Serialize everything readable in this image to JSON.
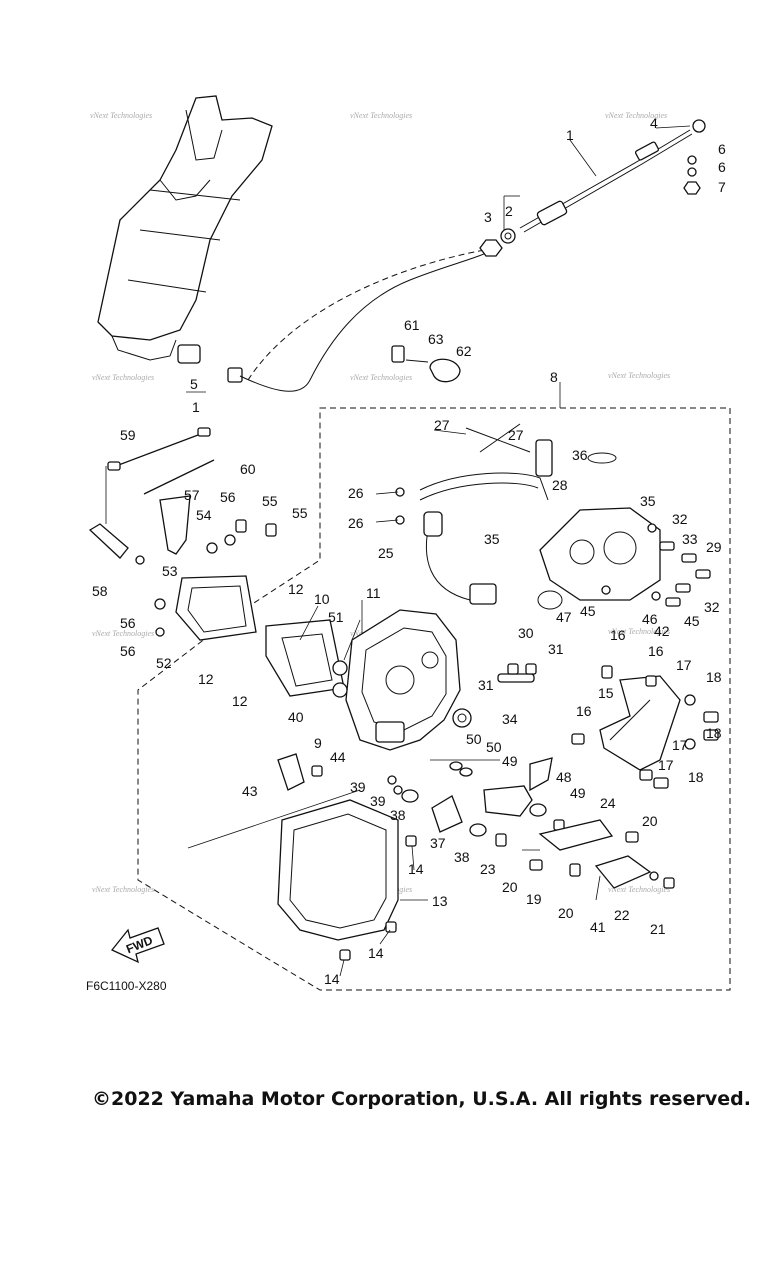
{
  "watermark": "vNext Technologies",
  "diagram_code": "F6C1100-X280",
  "fwd_label": "FWD",
  "copyright": "©2022 Yamaha Motor Corporation, U.S.A. All rights reserved.",
  "callouts": {
    "p1a": "1",
    "p1b": "1",
    "p2": "2",
    "p3": "3",
    "p4": "4",
    "p5": "5",
    "p6a": "6",
    "p6b": "6",
    "p7": "7",
    "p8": "8",
    "p9": "9",
    "p10": "10",
    "p11": "11",
    "p12a": "12",
    "p12b": "12",
    "p12c": "12",
    "p13": "13",
    "p14a": "14",
    "p14b": "14",
    "p14c": "14",
    "p15": "15",
    "p16a": "16",
    "p16b": "16",
    "p16c": "16",
    "p17a": "17",
    "p17b": "17",
    "p17c": "17",
    "p18a": "18",
    "p18b": "18",
    "p18c": "18",
    "p19": "19",
    "p20a": "20",
    "p20b": "20",
    "p20c": "20",
    "p21": "21",
    "p22": "22",
    "p23": "23",
    "p24": "24",
    "p25": "25",
    "p26a": "26",
    "p26b": "26",
    "p27a": "27",
    "p27b": "27",
    "p28": "28",
    "p29": "29",
    "p30": "30",
    "p31a": "31",
    "p31b": "31",
    "p32a": "32",
    "p32b": "32",
    "p33": "33",
    "p34": "34",
    "p35a": "35",
    "p35b": "35",
    "p36": "36",
    "p37": "37",
    "p38a": "38",
    "p38b": "38",
    "p39a": "39",
    "p39b": "39",
    "p40": "40",
    "p41": "41",
    "p42": "42",
    "p43": "43",
    "p44": "44",
    "p45a": "45",
    "p45b": "45",
    "p46": "46",
    "p47": "47",
    "p48": "48",
    "p49a": "49",
    "p49b": "49",
    "p50a": "50",
    "p50b": "50",
    "p51": "51",
    "p52": "52",
    "p53": "53",
    "p54": "54",
    "p55a": "55",
    "p55b": "55",
    "p56a": "56",
    "p56b": "56",
    "p56c": "56",
    "p57": "57",
    "p58": "58",
    "p59": "59",
    "p60": "60",
    "p61": "61",
    "p62": "62",
    "p63": "63"
  }
}
